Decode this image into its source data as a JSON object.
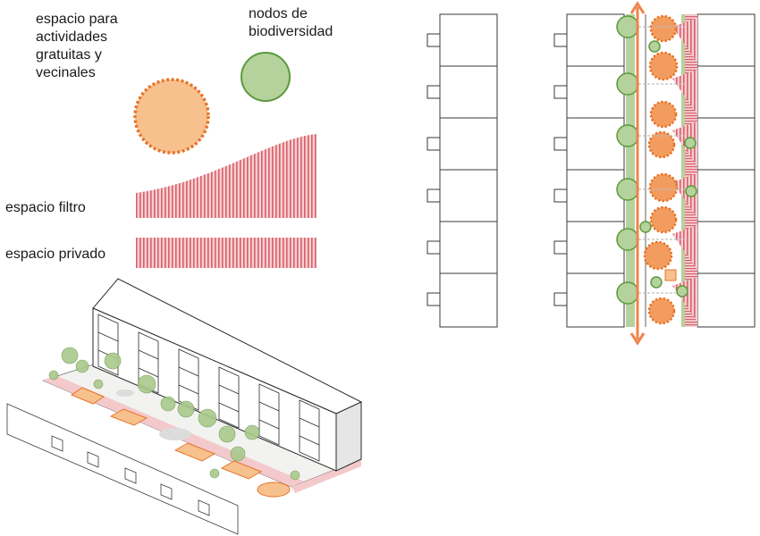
{
  "legend": {
    "community_space": [
      "espacio para",
      "actividades",
      "gratuitas y",
      "vecinales"
    ],
    "biodiversity_nodes": [
      "nodos de",
      "biodiversidad"
    ],
    "filter_space": "espacio filtro",
    "private_space": "espacio privado"
  },
  "colors": {
    "community_fill": "#f7c18e",
    "community_stroke": "#e8742a",
    "biodiversity_fill": "#b5d29c",
    "biodiversity_stroke": "#5b9a3c",
    "filter_stripe": "#d9606a",
    "filter_fill": "#f2b8bc",
    "corridor_arrow": "#f0834a",
    "line": "#3a3a3a"
  },
  "plan": {
    "rows": 6
  }
}
